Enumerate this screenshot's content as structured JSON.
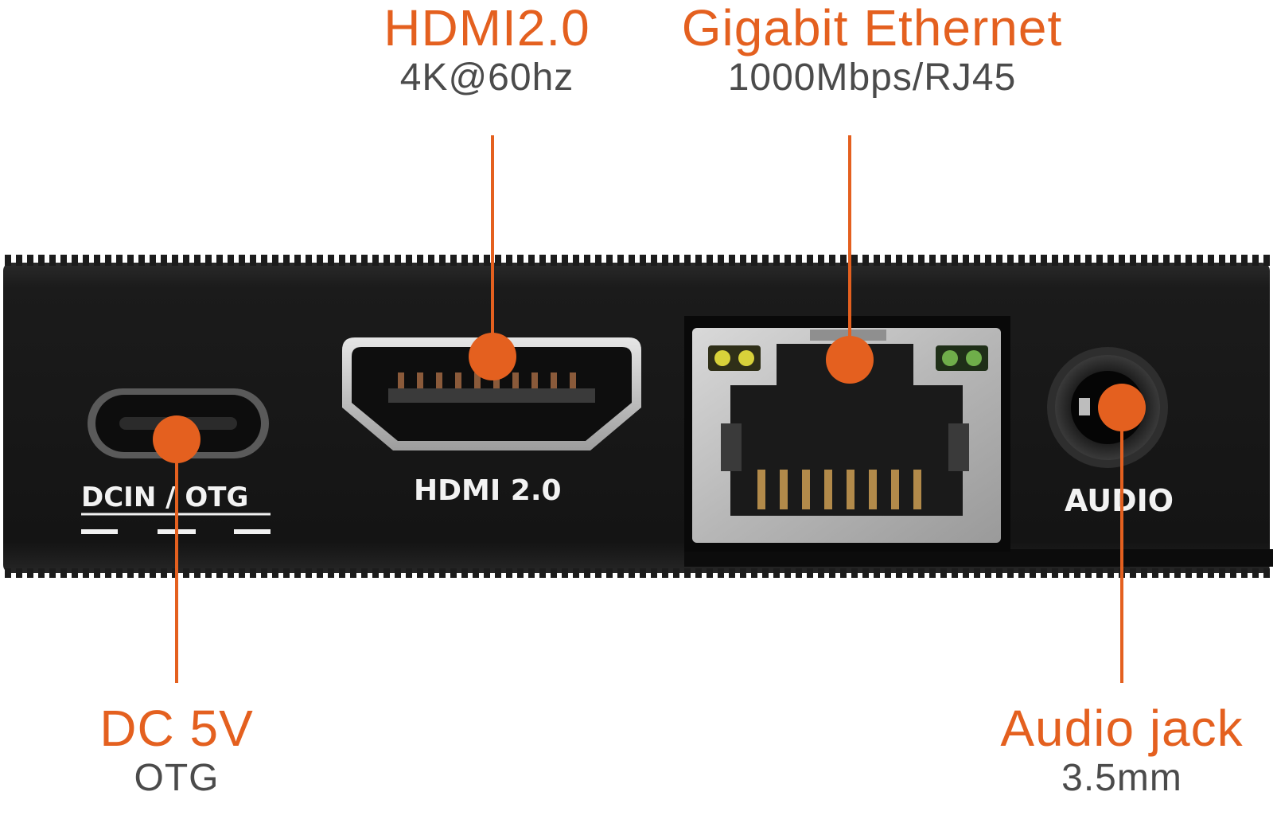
{
  "callouts": {
    "hdmi": {
      "title": "HDMI2.0",
      "sub": "4K@60hz"
    },
    "ethernet": {
      "title": "Gigabit Ethernet",
      "sub": "1000Mbps/RJ45"
    },
    "power": {
      "title": "DC 5V",
      "sub": "OTG"
    },
    "audio": {
      "title": "Audio jack",
      "sub": "3.5mm"
    }
  },
  "device_labels": {
    "usb_c": "DCIN / OTG",
    "hdmi": "HDMI 2.0",
    "audio": "AUDIO"
  },
  "colors": {
    "accent": "#e4601f",
    "subtext": "#4b4b4b",
    "chassis": "#151515",
    "rj45_shield": "#c9c9c9",
    "led_yellow": "#d8d23a",
    "led_green": "#6fae4a"
  }
}
